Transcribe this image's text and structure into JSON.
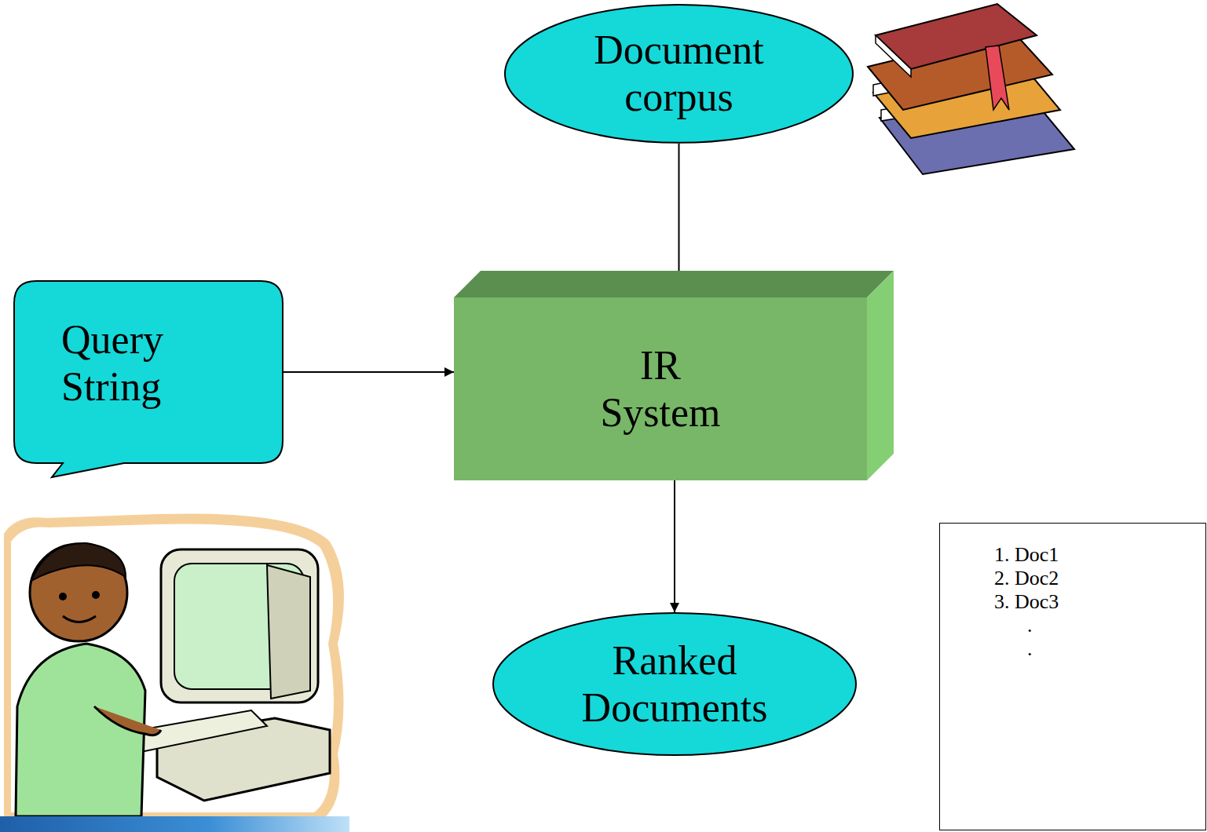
{
  "diagram": {
    "nodes": [
      {
        "text": [
          "Document corpus"
        ]
      },
      {
        "text": [
          "Query String"
        ]
      },
      {
        "text": [
          "IR System"
        ]
      },
      {
        "text": [
          "Ranked Documents"
        ]
      },
      {
        "text": [
          "1. Doc1",
          "2. Doc2",
          "3. Doc3",
          ".",
          "."
        ]
      }
    ],
    "edges": [
      {
        "from": 0,
        "to": 2,
        "arrow": "to"
      },
      {
        "from": 1,
        "to": 2,
        "arrow": "to"
      },
      {
        "from": 2,
        "to": 3,
        "arrow": "to"
      }
    ]
  }
}
